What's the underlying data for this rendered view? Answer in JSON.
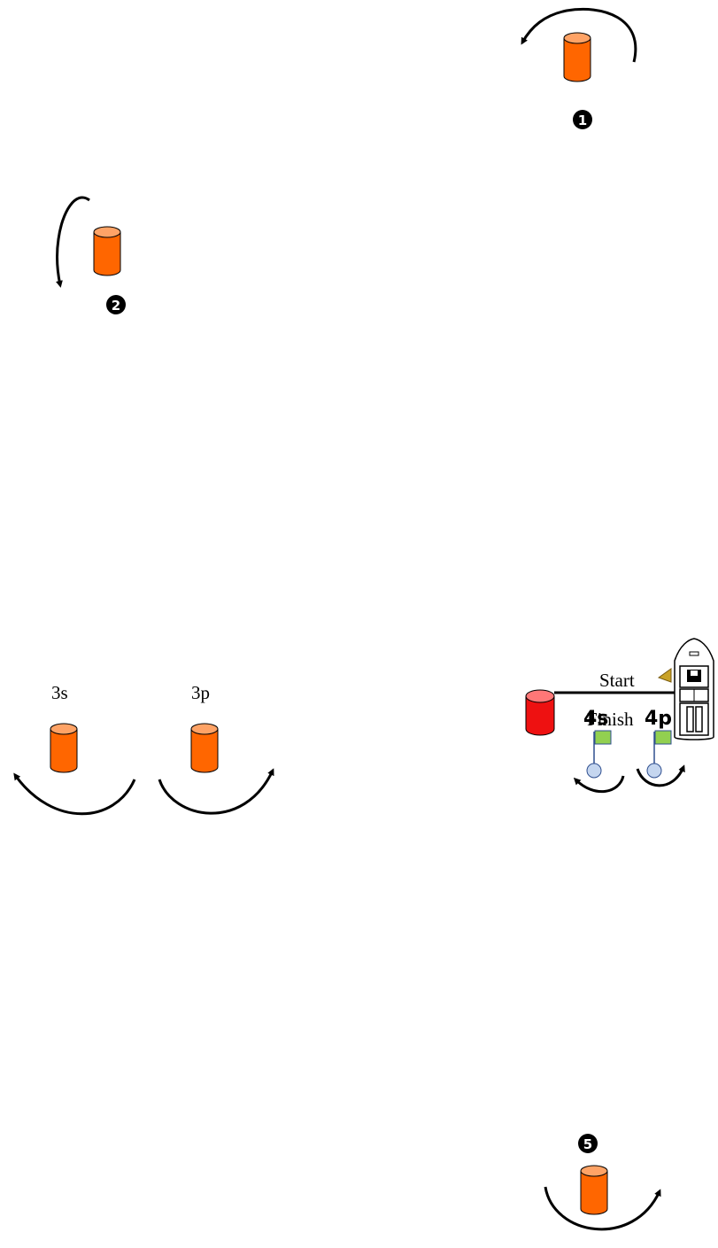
{
  "colors": {
    "buoy_orange": "#ff6600",
    "buoy_orange_top": "#ffa366",
    "buoy_red": "#ee1111",
    "buoy_red_top": "#ff7777",
    "flag_green": "#92d050",
    "ball_blue": "#c5d6ef",
    "arrow": "#000000"
  },
  "marks": {
    "buoy1_number": "1",
    "buoy2_number": "2",
    "buoy5_number": "5",
    "label_3s": "3s",
    "label_3p": "3p",
    "label_4s": "4s",
    "label_4p": "4p",
    "start_label": "Start",
    "finish_label": "Finish"
  },
  "icons": [
    "buoy-icon",
    "arrow-icon",
    "flag-icon",
    "boat-icon"
  ]
}
